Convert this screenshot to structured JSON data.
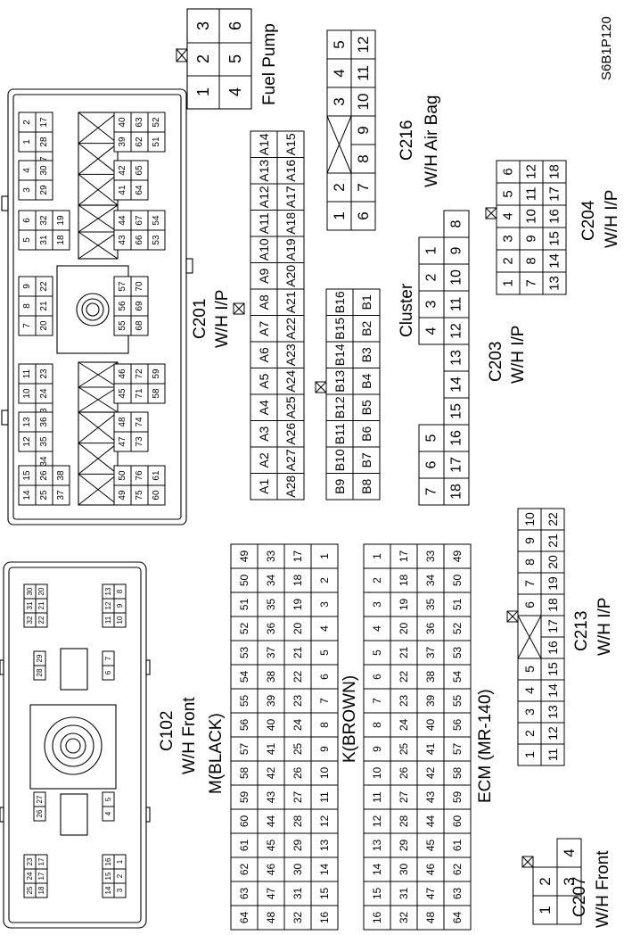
{
  "figure_code": "S6B1P120",
  "connectors": {
    "fuel_pump": {
      "name": "Fuel Pump",
      "pins": [
        [
          "1",
          "2",
          "3"
        ],
        [
          "4",
          "5",
          "6"
        ]
      ]
    },
    "c216": {
      "name": "C216",
      "sub": "W/H Air Bag",
      "top": [
        "1",
        "2",
        "",
        "3",
        "4",
        "5"
      ],
      "bottom": [
        "6",
        "7",
        "8",
        "9",
        "10",
        "11",
        "12"
      ]
    },
    "c201": {
      "name": "C201",
      "sub": "W/H I/P",
      "rows": [
        [
          "A1",
          "A2",
          "A3",
          "A4",
          "A5",
          "A6",
          "A7",
          "A8",
          "A9",
          "A10",
          "A11",
          "A12",
          "A13",
          "A14"
        ],
        [
          "A28",
          "A27",
          "A26",
          "A25",
          "A24",
          "A23",
          "A22",
          "A21",
          "A20",
          "A19",
          "A18",
          "A17",
          "A16",
          "A15"
        ],
        [
          "B9",
          "B10",
          "B11",
          "B12",
          "B13",
          "B14",
          "B15",
          "B16"
        ],
        [
          "B8",
          "B7",
          "B6",
          "B5",
          "B4",
          "B3",
          "B2",
          "B1"
        ]
      ]
    },
    "cluster": {
      "name": "Cluster",
      "top": [
        "6",
        "5",
        "",
        "4",
        "3",
        "2",
        "1"
      ],
      "bottom": [
        "7",
        "18",
        "17",
        "16",
        "15",
        "14",
        "13",
        "12",
        "11",
        "10",
        "9",
        "8"
      ]
    },
    "c204": {
      "name": "C204",
      "sub": "W/H I/P",
      "rows": [
        [
          "1",
          "2",
          "3",
          "4",
          "5",
          "6"
        ],
        [
          "7",
          "8",
          "9",
          "10",
          "11",
          "12"
        ],
        [
          "13",
          "14",
          "15",
          "16",
          "17",
          "18"
        ]
      ]
    },
    "c203": {
      "name": "C203",
      "sub": "W/H I/P"
    },
    "c213": {
      "name": "C213",
      "sub": "W/H I/P",
      "top": [
        "10",
        "9",
        "8",
        "7",
        "6",
        "",
        "5",
        "4",
        "3",
        "2",
        "1"
      ],
      "bottom": [
        "22",
        "21",
        "20",
        "19",
        "18",
        "17",
        "16",
        "15",
        "14",
        "13",
        "12",
        "11"
      ]
    },
    "c207": {
      "name": "C207",
      "sub": "W/H Front",
      "top": [
        "3",
        "4"
      ],
      "bottom": [
        "1",
        "2",
        "3"
      ]
    },
    "c102": {
      "name": "C102",
      "sub": "W/H Front"
    },
    "ecm": {
      "name": "ECM (MR-140)",
      "m_label": "M(BLACK)",
      "k_label": "K(BROWN)",
      "m_rows": [
        [
          "49",
          "50",
          "51",
          "52",
          "53",
          "54",
          "55",
          "56",
          "57",
          "58",
          "59",
          "60",
          "61",
          "62",
          "63",
          "64"
        ],
        [
          "33",
          "34",
          "35",
          "36",
          "37",
          "38",
          "39",
          "40",
          "41",
          "42",
          "43",
          "44",
          "45",
          "46",
          "47",
          "48"
        ],
        [
          "17",
          "18",
          "19",
          "20",
          "21",
          "22",
          "23",
          "24",
          "25",
          "26",
          "27",
          "28",
          "29",
          "30",
          "31",
          "32"
        ],
        [
          "1",
          "2",
          "3",
          "4",
          "5",
          "6",
          "7",
          "8",
          "9",
          "10",
          "11",
          "12",
          "13",
          "14",
          "15",
          "16"
        ]
      ],
      "k_rows": [
        [
          "16",
          "15",
          "14",
          "13",
          "12",
          "11",
          "10",
          "9",
          "8",
          "7",
          "6",
          "5",
          "4",
          "3",
          "2",
          "1"
        ],
        [
          "32",
          "31",
          "30",
          "29",
          "28",
          "27",
          "26",
          "25",
          "24",
          "23",
          "22",
          "21",
          "20",
          "19",
          "18",
          "17"
        ],
        [
          "48",
          "47",
          "46",
          "45",
          "44",
          "43",
          "42",
          "41",
          "40",
          "39",
          "38",
          "37",
          "36",
          "35",
          "34",
          "33"
        ],
        [
          "64",
          "63",
          "62",
          "61",
          "60",
          "59",
          "58",
          "57",
          "56",
          "55",
          "54",
          "53",
          "52",
          "51",
          "50",
          "49"
        ]
      ]
    }
  },
  "junction_box_upper": {
    "groups": [
      [
        [
          "1",
          "2"
        ],
        [
          "27",
          "28",
          "17"
        ]
      ],
      [
        [
          "3",
          "4"
        ],
        [
          "29",
          "30"
        ]
      ],
      [
        [
          "5",
          "6"
        ],
        [
          "31",
          "32",
          "18",
          "19"
        ]
      ],
      [
        [
          "7",
          "8",
          "9"
        ],
        [
          "20",
          "21",
          "22"
        ]
      ],
      [
        [
          "10",
          "11"
        ],
        [
          "33",
          "24",
          "23"
        ]
      ],
      [
        [
          "12",
          "13"
        ],
        [
          "34",
          "35",
          "36"
        ]
      ],
      [
        [
          "14",
          "15"
        ],
        [
          "25",
          "26",
          "37",
          "38"
        ]
      ],
      [
        [
          "39",
          "40"
        ],
        [
          "62",
          "63",
          "51",
          "52"
        ]
      ],
      [
        [
          "41",
          "42"
        ],
        [
          "64",
          "65"
        ]
      ],
      [
        [
          "43",
          "44"
        ],
        [
          "66",
          "67",
          "53",
          "54"
        ]
      ],
      [
        [
          "55",
          "56",
          "57"
        ],
        [
          "68",
          "69",
          "70"
        ]
      ],
      [
        [
          "45",
          "46"
        ],
        [
          "71",
          "72",
          "58",
          "59"
        ]
      ],
      [
        [
          "47",
          "48"
        ],
        [
          "73",
          "74"
        ]
      ],
      [
        [
          "49",
          "50"
        ],
        [
          "75",
          "76",
          "60",
          "61"
        ]
      ]
    ]
  },
  "junction_box_lower": {
    "groups": [
      [
        [
          "32",
          "31",
          "30"
        ],
        [
          "22",
          "21",
          "20"
        ]
      ],
      [
        [
          "11",
          "12",
          "13"
        ],
        [
          "10",
          "9",
          "8"
        ]
      ],
      [
        [
          "28",
          "29"
        ]
      ],
      [
        [
          "6",
          "7"
        ]
      ],
      [
        [
          "26",
          "27"
        ]
      ],
      [
        [
          "4",
          "5"
        ]
      ],
      [
        [
          "25",
          "24",
          "23"
        ],
        [
          "18",
          "17",
          "17"
        ]
      ],
      [
        [
          "14",
          "15",
          "16"
        ],
        [
          "3",
          "2",
          "1"
        ]
      ]
    ]
  }
}
